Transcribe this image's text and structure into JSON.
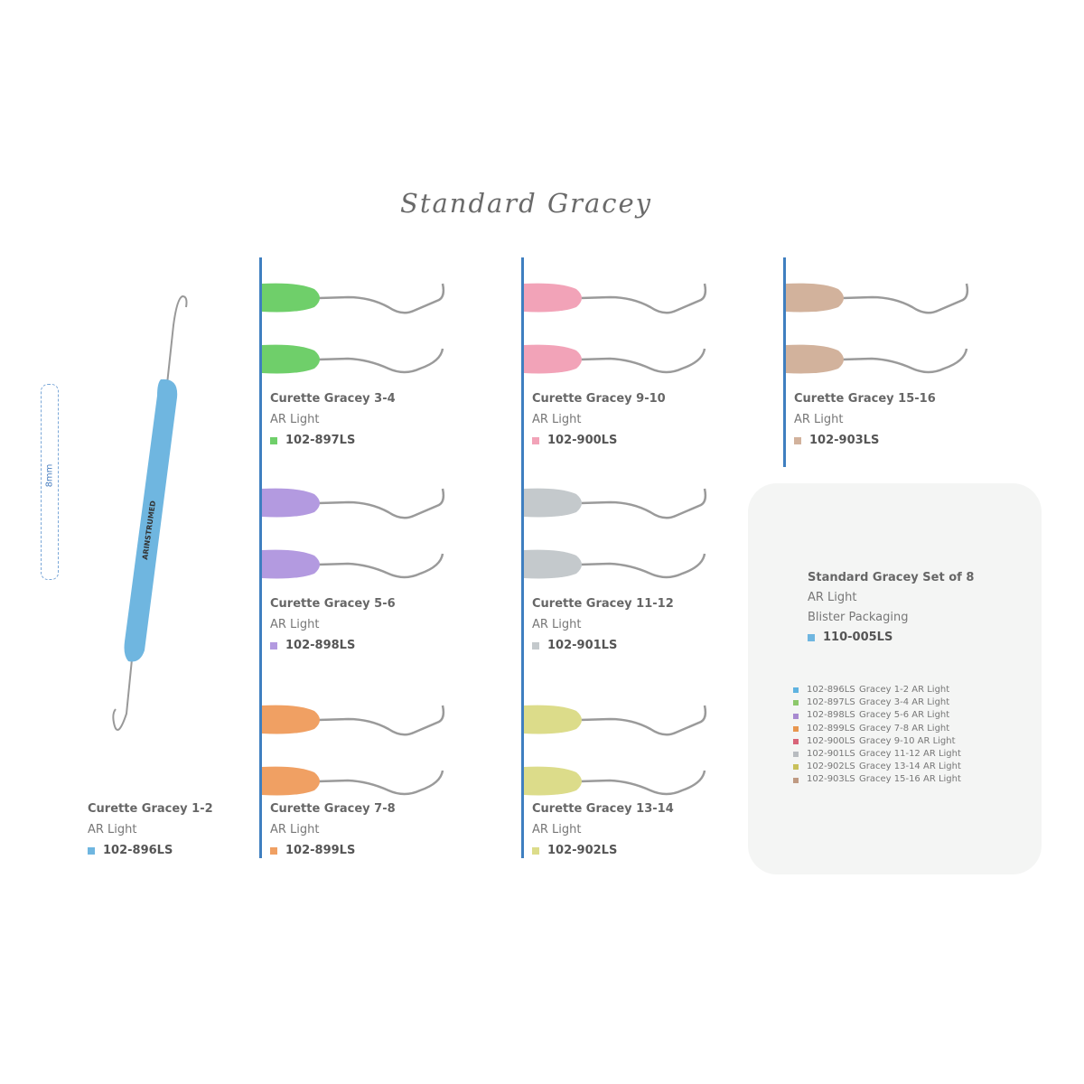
{
  "title": "Standard Gracey",
  "ruler": {
    "label": "8mm"
  },
  "brand_logo": "ARINSTRUMED",
  "products": [
    {
      "name": "Curette Gracey 1-2",
      "line": "AR Light",
      "code": "102-896LS",
      "color": "#6fb6e0"
    },
    {
      "name": "Curette Gracey 3-4",
      "line": "AR Light",
      "code": "102-897LS",
      "color": "#6fcf6a"
    },
    {
      "name": "Curette Gracey 5-6",
      "line": "AR Light",
      "code": "102-898LS",
      "color": "#b39ae0"
    },
    {
      "name": "Curette Gracey 7-8",
      "line": "AR Light",
      "code": "102-899LS",
      "color": "#f0a063"
    },
    {
      "name": "Curette Gracey 9-10",
      "line": "AR Light",
      "code": "102-900LS",
      "color": "#f2a3b8"
    },
    {
      "name": "Curette Gracey 11-12",
      "line": "AR Light",
      "code": "102-901LS",
      "color": "#c4c9cc"
    },
    {
      "name": "Curette Gracey 13-14",
      "line": "AR Light",
      "code": "102-902LS",
      "color": "#dcdc8a"
    },
    {
      "name": "Curette Gracey 15-16",
      "line": "AR Light",
      "code": "102-903LS",
      "color": "#d2b29c"
    }
  ],
  "set": {
    "name": "Standard Gracey Set of 8",
    "line": "AR Light",
    "packaging": "Blister Packaging",
    "code": "110-005LS",
    "color": "#6fb6e0",
    "items": [
      {
        "code": "102-896LS",
        "desc": "Gracey 1-2 AR Light",
        "color": "#5fb3e0"
      },
      {
        "code": "102-897LS",
        "desc": "Gracey 3-4 AR Light",
        "color": "#8cc86a"
      },
      {
        "code": "102-898LS",
        "desc": "Gracey 5-6 AR Light",
        "color": "#a88ad0"
      },
      {
        "code": "102-899LS",
        "desc": "Gracey 7-8 AR Light",
        "color": "#e8964e"
      },
      {
        "code": "102-900LS",
        "desc": "Gracey 9-10 AR Light",
        "color": "#d86478"
      },
      {
        "code": "102-901LS",
        "desc": "Gracey 11-12 AR Light",
        "color": "#b8bcc0"
      },
      {
        "code": "102-902LS",
        "desc": "Gracey 13-14 AR Light",
        "color": "#c8c05a"
      },
      {
        "code": "102-903LS",
        "desc": "Gracey 15-16 AR Light",
        "color": "#bf9a82"
      }
    ]
  }
}
